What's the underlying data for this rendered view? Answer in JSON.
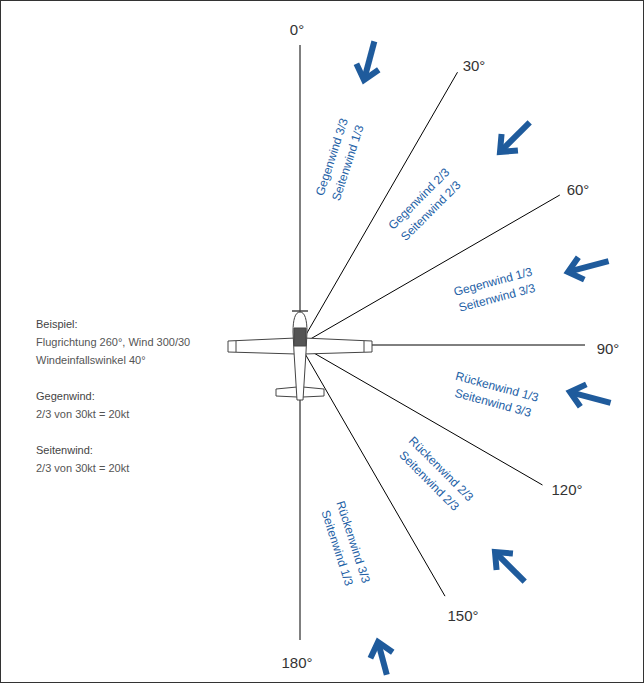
{
  "diagram": {
    "labels": [
      "0°",
      "30°",
      "60°",
      "90°",
      "120°",
      "150°",
      "180°",
      "Gegenwind 3/3",
      "Seitenwind 1/3",
      "Gegenwind 2/3",
      "Seitenwind 2/3",
      "Gegenwind 1/3",
      "Seitenwind 3/3",
      "Rückenwind 1/3",
      "Seitenwind 3/3",
      "Rückenwind 2/3",
      "Seitenwind 2/3",
      "Rückenwind 3/3",
      "Seitenwind 1/3",
      "Beispiel:",
      "Flugrichtung 260°, Wind 300/30",
      "Windeinfallswinkel 40°",
      "Gegenwind:",
      "2/3 von 30kt = 20kt",
      "Seitenwind:",
      "2/3 von 30kt = 20kt"
    ]
  }
}
